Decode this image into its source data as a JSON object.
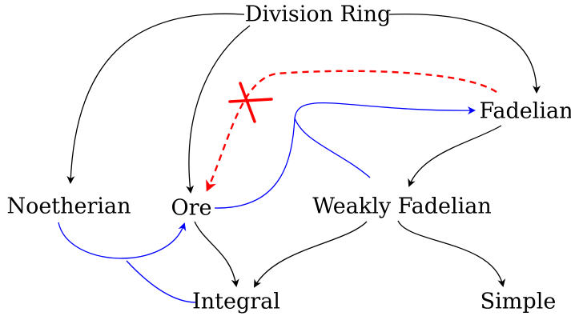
{
  "nodes": {
    "division_ring": "Division Ring",
    "fadelian": "Fadelian",
    "noetherian": "Noetherian",
    "ore": "Ore",
    "weakly_fadelian": "Weakly Fadelian",
    "integral": "Integral",
    "simple": "Simple"
  },
  "colors": {
    "implication": "#000000",
    "joint_implication": "#0000ff",
    "non_implication": "#ff0000"
  }
}
